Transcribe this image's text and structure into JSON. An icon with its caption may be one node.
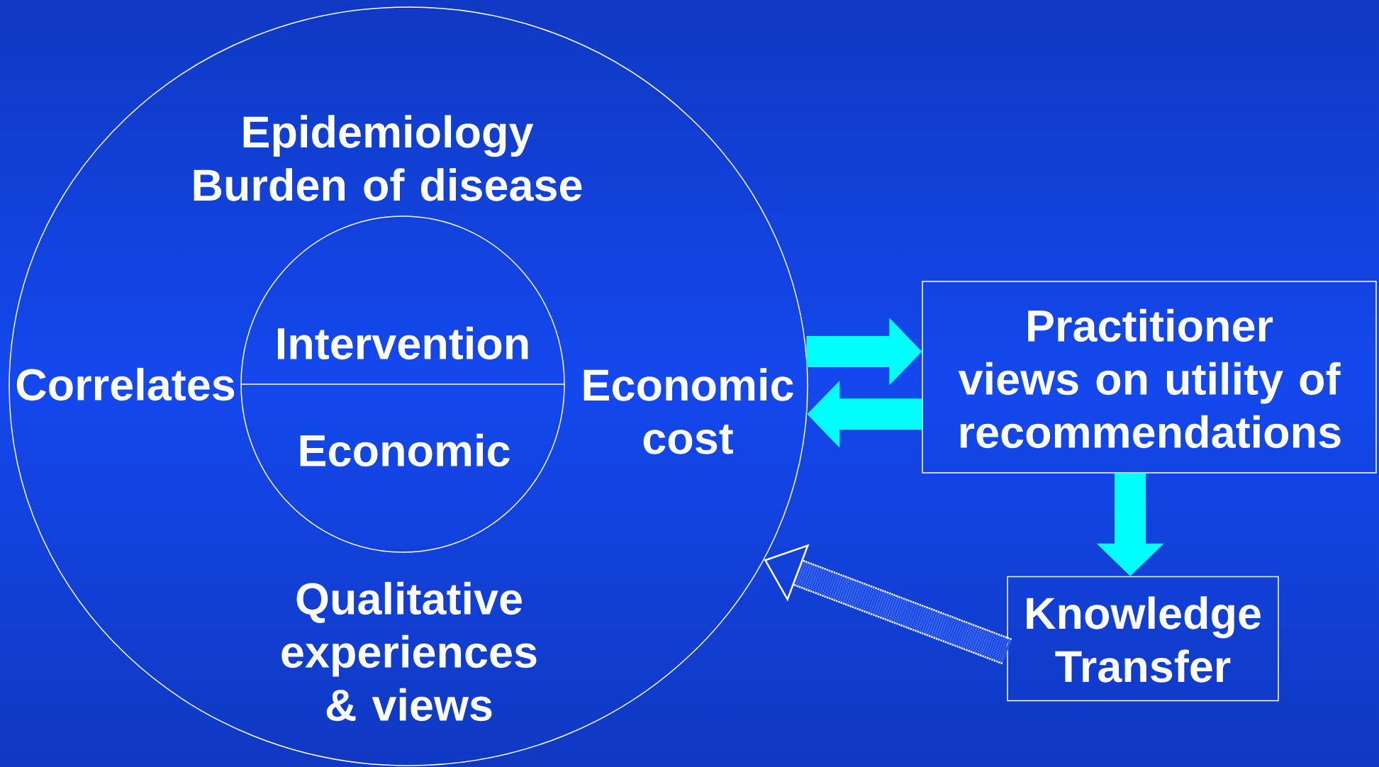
{
  "diagram": {
    "nodes": [
      {
        "text": [
          "Epidemiology Burden of disease",
          "Correlates",
          "Economic cost",
          "Qualitative experiences & views"
        ]
      },
      {
        "text": [
          "Intervention",
          "Economic"
        ],
        "in": 0
      },
      {
        "text": [
          "Practitioner views on utility of recommendations"
        ]
      },
      {
        "text": [
          "Knowledge Transfer"
        ]
      }
    ],
    "edges": [
      {
        "from": 0,
        "to": 2,
        "arrow": "to"
      },
      {
        "from": 2,
        "to": 0,
        "arrow": "to"
      },
      {
        "from": 2,
        "to": 3,
        "arrow": "to"
      },
      {
        "from": 3,
        "to": 0,
        "arrow": "to",
        "style": "dashed",
        "color": "#ffffff"
      }
    ]
  }
}
